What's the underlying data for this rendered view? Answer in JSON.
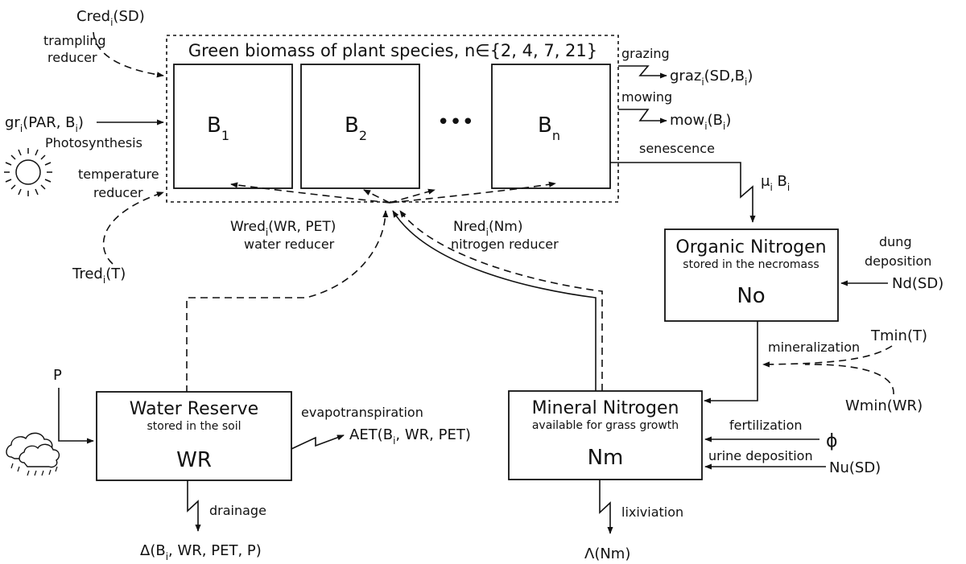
{
  "title": {
    "main": "Green biomass of plant species, n∈{2, 4, 7, 21}"
  },
  "species": {
    "b1": "B",
    "b1_sub": "1",
    "b2": "B",
    "b2_sub": "2",
    "ellipsis": "•••",
    "bn": "B",
    "bn_sub": "n"
  },
  "inputs": {
    "cred_main": "Cred",
    "cred_sub": "i",
    "cred_arg": "(SD)",
    "trampling_1": "trampling",
    "trampling_2": "reducer",
    "gr_main": "gr",
    "gr_sub": "i",
    "gr_arg1": "(PAR, B",
    "gr_sub2": "i",
    "gr_arg2": ")",
    "photosynthesis": "Photosynthesis",
    "temperature_1": "temperature",
    "temperature_2": "reducer",
    "tred_main": "Tred",
    "tred_sub": "i",
    "tred_arg": "(T)"
  },
  "outputs": {
    "grazing": "grazing",
    "graz_main": "graz",
    "graz_sub": "i",
    "graz_arg1": "(SD,B",
    "graz_sub2": "i",
    "graz_arg2": ")",
    "mowing": "mowing",
    "mow_main": "mow",
    "mow_sub": "i",
    "mow_arg1": "(B",
    "mow_sub2": "i",
    "mow_arg2": ")",
    "senescence": "senescence",
    "mu_main": "μ",
    "mu_sub": "i",
    "mu_b": " B",
    "mu_sub2": "i"
  },
  "reducers": {
    "wred_main": "Wred",
    "wred_sub": "i",
    "wred_arg": "(WR, PET)",
    "water_reducer": "water reducer",
    "nred_main": "Nred",
    "nred_sub": "i",
    "nred_arg": "(Nm)",
    "nitrogen_reducer": "nitrogen reducer"
  },
  "organic_nitrogen": {
    "title": "Organic Nitrogen",
    "subtitle": "stored in the necromass",
    "symbol": "No",
    "dung_1": "dung",
    "dung_2": "deposition",
    "nd": "Nd(SD)"
  },
  "mineralization": {
    "label": "mineralization",
    "tmin": "Tmin(T)",
    "wmin": "Wmin(WR)"
  },
  "water_reserve": {
    "title": "Water Reserve",
    "subtitle": "stored in the soil",
    "symbol": "WR",
    "p": "P",
    "evapo": "evapotranspiration",
    "aet_1": "AET(B",
    "aet_sub": "i",
    "aet_2": ", WR, PET)",
    "drainage": "drainage",
    "delta_1": "Δ(B",
    "delta_sub": "i",
    "delta_2": ", WR, PET, P)"
  },
  "mineral_nitrogen": {
    "title": "Mineral Nitrogen",
    "subtitle": "available for grass growth",
    "symbol": "Nm",
    "fertilization": "fertilization",
    "phi": "ϕ",
    "urine": "urine deposition",
    "nu": "Nu(SD)",
    "lixiviation": "lixiviation",
    "lambda": "Λ(Nm)"
  }
}
